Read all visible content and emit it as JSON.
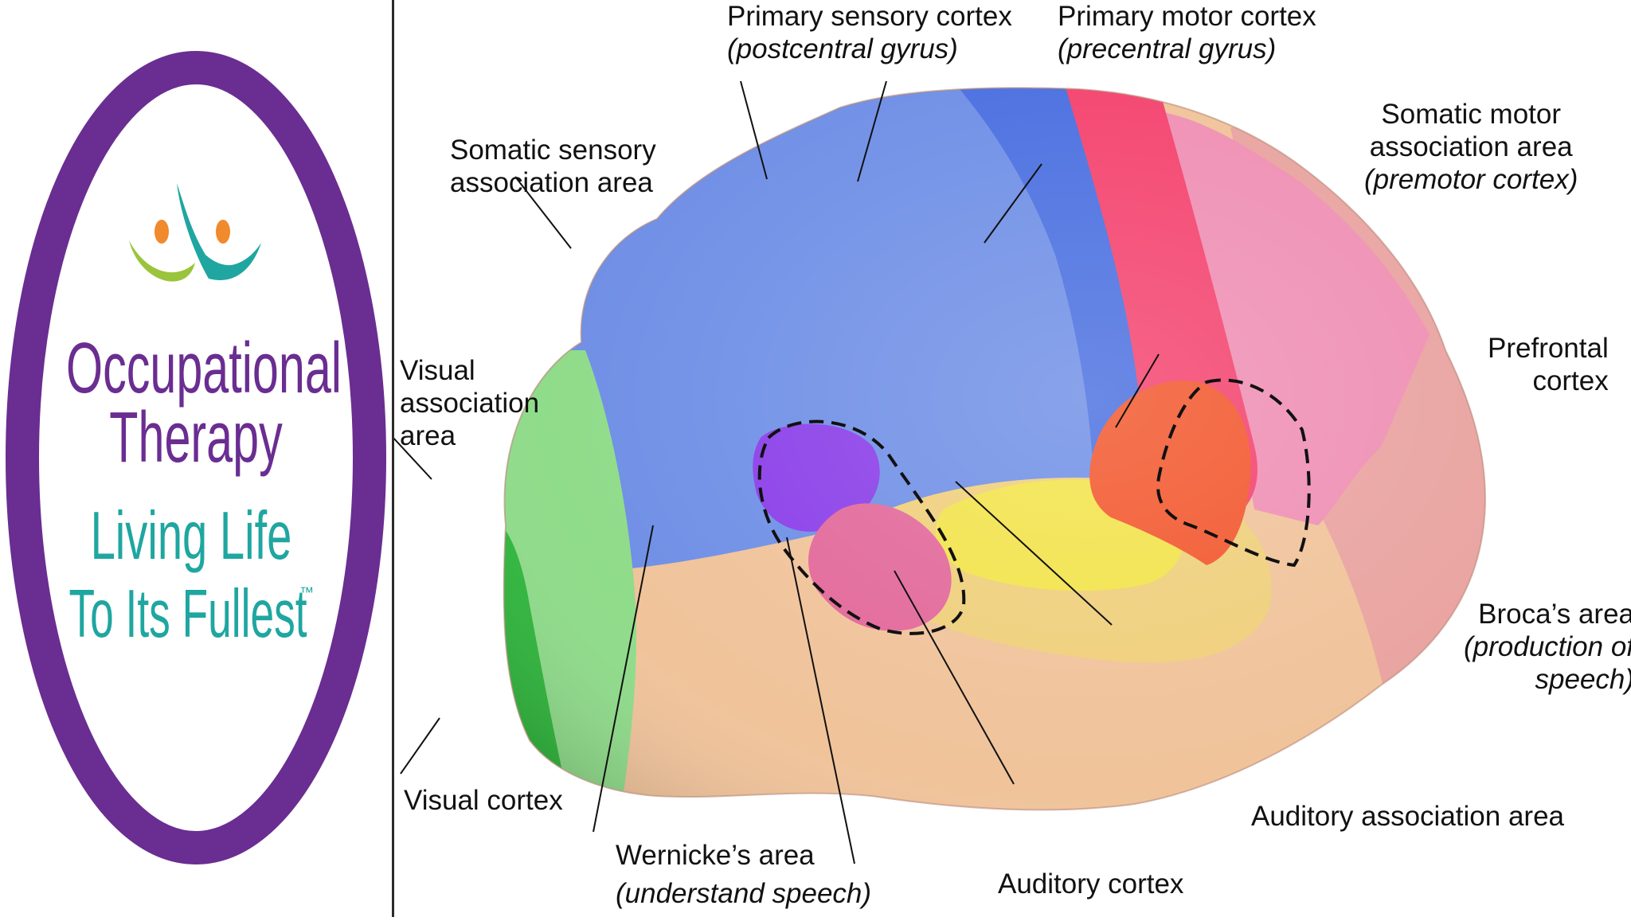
{
  "logo": {
    "line1": "Occupational",
    "line2": "Therapy",
    "line3": "Living Life",
    "line4": "To Its Fullest",
    "trademark": "™",
    "colors": {
      "ring": "#6a2d91",
      "title": "#6a2d91",
      "tagline": "#1fa6a0",
      "dot": "#f08a2c",
      "leaf_green": "#9ac43b"
    }
  },
  "diagram": {
    "labels": {
      "primary_sensory": {
        "name": "Primary sensory cortex",
        "detail": "(postcentral gyrus)"
      },
      "primary_motor": {
        "name": "Primary motor cortex",
        "detail": "(precentral gyrus)"
      },
      "somatic_sensory": {
        "line1": "Somatic sensory",
        "line2": "association area"
      },
      "somatic_motor": {
        "line1": "Somatic motor",
        "line2": "association area",
        "detail": "(premotor cortex)"
      },
      "prefrontal": {
        "line1": "Prefrontal",
        "line2": "cortex"
      },
      "visual_assoc": {
        "line1": "Visual",
        "line2": "association",
        "line3": "area"
      },
      "visual_cortex": {
        "name": "Visual cortex"
      },
      "broca": {
        "name": "Broca’s area",
        "detail1": "(production of",
        "detail2": "speech)"
      },
      "wernicke": {
        "name": "Wernicke’s area",
        "detail": "(understand speech)"
      },
      "auditory_cortex": {
        "name": "Auditory cortex"
      },
      "auditory_assoc": {
        "name": "Auditory association area"
      }
    },
    "region_colors": {
      "somatic_sensory": "#6f8fe6",
      "primary_sensory": "#4a6fe0",
      "primary_motor": "#f4436e",
      "somatic_motor": "#ef8fb4",
      "prefrontal": "#e9a3a0",
      "visual_assoc": "#8fdc8a",
      "visual_cortex": "#2fb63c",
      "temporal": "#f0c39a",
      "auditory_cortex": "#f2e34a",
      "auditory_assoc": "#efcf7a",
      "broca": "#f2562c",
      "wernicke": "#e2689a",
      "wernicke_upper": "#8a3ee8"
    }
  }
}
